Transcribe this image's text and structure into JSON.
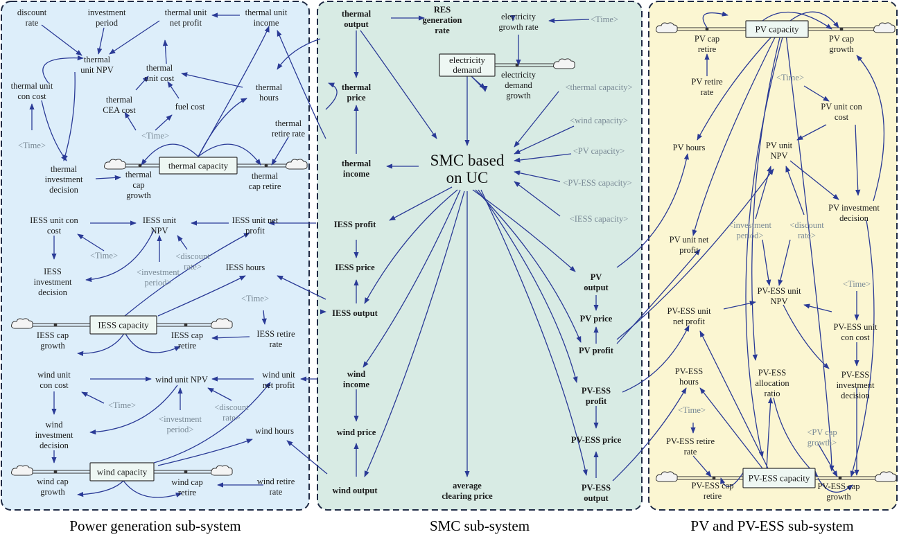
{
  "subsystems": {
    "power": {
      "caption": "Power generation sub-system"
    },
    "smc": {
      "caption": "SMC sub-system"
    },
    "pv": {
      "caption": "PV and PV-ESS sub-system"
    }
  },
  "colors": {
    "power_bg": "#ddeefa",
    "smc_bg": "#d8ebe4",
    "pv_bg": "#fbf6d2",
    "arrow": "#2a3a96",
    "shadow_var": "#7a8a96"
  },
  "stocks": {
    "thermal": "thermal capacity",
    "iess": "IESS capacity",
    "wind": "wind capacity",
    "demand": [
      "electricity",
      "demand"
    ],
    "pv": "PV capacity",
    "pvess": "PV-ESS capacity"
  },
  "power": {
    "discount_rate": [
      "discount",
      "rate"
    ],
    "investment_period": [
      "investment",
      "period"
    ],
    "thermal_net_profit": [
      "thermal unit",
      "net profit"
    ],
    "thermal_income": [
      "thermal unit",
      "income"
    ],
    "thermal_npv": [
      "thermal",
      "unit NPV"
    ],
    "thermal_con_cost": [
      "thermal unit",
      "con cost"
    ],
    "thermal_unit_cost": [
      "thermal",
      "unit cost"
    ],
    "thermal_cea": [
      "thermal",
      "CEA cost"
    ],
    "fuel_cost": "fuel cost",
    "thermal_hours": [
      "thermal",
      "hours"
    ],
    "time_1": "<Time>",
    "time_2": "<Time>",
    "thermal_retire_rate": [
      "thermal",
      "retire rate"
    ],
    "thermal_inv_decision": [
      "thermal",
      "investment",
      "decision"
    ],
    "thermal_cap_growth": [
      "thermal",
      "cap",
      "growth"
    ],
    "thermal_cap_retire": [
      "thermal",
      "cap retire"
    ],
    "iess_con_cost": [
      "IESS unit con",
      "cost"
    ],
    "iess_npv": [
      "IESS unit",
      "NPV"
    ],
    "iess_net_profit": [
      "IESS unit net",
      "profit"
    ],
    "time_3": "<Time>",
    "inv_period_1": [
      "<investment",
      "period>"
    ],
    "discount_1": [
      "<discount",
      "rate>"
    ],
    "iess_inv_decision": [
      "IESS",
      "investment",
      "decision"
    ],
    "iess_hours": "IESS hours",
    "time_4": "<Time>",
    "iess_cap_growth": [
      "IESS cap",
      "growth"
    ],
    "iess_cap_retire": [
      "IESS cap",
      "retire"
    ],
    "iess_retire_rate": [
      "IESS retire",
      "rate"
    ],
    "wind_con_cost": [
      "wind unit",
      "con cost"
    ],
    "wind_npv": "wind unit NPV",
    "wind_net_profit": [
      "wind unit",
      "net profit"
    ],
    "time_5": "<Time>",
    "inv_period_2": [
      "<investment",
      "period>"
    ],
    "discount_2": [
      "<discount",
      "rate>"
    ],
    "wind_inv_decision": [
      "wind",
      "investment",
      "decision"
    ],
    "wind_hours": "wind hours",
    "wind_cap_growth": [
      "wind cap",
      "growth"
    ],
    "wind_cap_retire": [
      "wind cap",
      "retire"
    ],
    "wind_retire_rate": [
      "wind retire",
      "rate"
    ]
  },
  "smc": {
    "thermal_output": [
      "thermal",
      "output"
    ],
    "res_rate": [
      "RES",
      "generation",
      "rate"
    ],
    "elec_growth_rate": [
      "electricity",
      "growth rate"
    ],
    "time": "<Time>",
    "demand_growth": [
      "electricity",
      "demand",
      "growth"
    ],
    "thermal_price": [
      "thermal",
      "price"
    ],
    "sh_thermal_cap": "<thermal capacity>",
    "sh_wind_cap": "<wind capacity>",
    "sh_pv_cap": "<PV capacity>",
    "sh_pvess_cap": "<PV-ESS capacity>",
    "sh_iess_cap": "<IESS capacity>",
    "thermal_income": [
      "thermal",
      "income"
    ],
    "smc_uc": [
      "SMC based",
      "on UC"
    ],
    "iess_profit": "IESS profit",
    "iess_price": "IESS price",
    "iess_output": "IESS output",
    "pv_output": [
      "PV",
      "output"
    ],
    "pv_price": "PV price",
    "pv_profit": "PV profit",
    "wind_income": [
      "wind",
      "income"
    ],
    "wind_price": "wind price",
    "wind_output": "wind output",
    "pvess_profit": [
      "PV-ESS",
      "profit"
    ],
    "pvess_price": "PV-ESS price",
    "pvess_output": [
      "PV-ESS",
      "output"
    ],
    "avg_price": [
      "average",
      "clearing price"
    ]
  },
  "pv": {
    "pv_cap_retire": [
      "PV cap",
      "retire"
    ],
    "pv_cap_growth": [
      "PV cap",
      "growth"
    ],
    "pv_retire_rate": [
      "PV retire",
      "rate"
    ],
    "time_1": "<Time>",
    "pv_con_cost": [
      "PV unit con",
      "cost"
    ],
    "pv_hours": "PV hours",
    "pv_npv": [
      "PV unit",
      "NPV"
    ],
    "pv_inv_decision": [
      "PV investment",
      "decision"
    ],
    "inv_period": [
      "<investment",
      "period>"
    ],
    "discount": [
      "<discount",
      "rate>"
    ],
    "pv_net_profit": [
      "PV unit net",
      "profit"
    ],
    "time_2": "<Time>",
    "pvess_npv": [
      "PV-ESS unit",
      "NPV"
    ],
    "pvess_net_profit": [
      "PV-ESS unit",
      "net profit"
    ],
    "pvess_con_cost": [
      "PV-ESS unit",
      "con cost"
    ],
    "pvess_hours": [
      "PV-ESS",
      "hours"
    ],
    "pvess_alloc": [
      "PV-ESS",
      "allocation",
      "ratio"
    ],
    "pvess_inv_decision": [
      "PV-ESS",
      "investment",
      "decision"
    ],
    "time_3": "<Time>",
    "pvess_retire_rate": [
      "PV-ESS retire",
      "rate"
    ],
    "pv_cap_growth_sh": [
      "<PV cap",
      "growth>"
    ],
    "pvess_cap_retire": [
      "PV-ESS cap",
      "retire"
    ],
    "pvess_cap_growth": [
      "PV-ESS cap",
      "growth"
    ]
  }
}
